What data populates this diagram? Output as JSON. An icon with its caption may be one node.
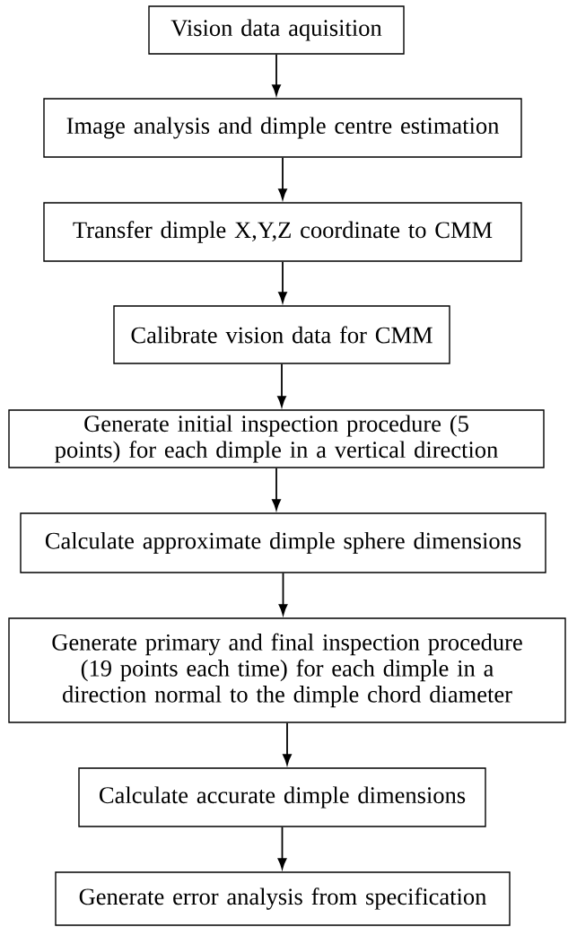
{
  "diagram": {
    "nodes": [
      {
        "text": [
          "Vision data aquisition"
        ]
      },
      {
        "text": [
          "Image analysis and dimple centre estimation"
        ]
      },
      {
        "text": [
          "Transfer dimple X,Y,Z coordinate to CMM"
        ]
      },
      {
        "text": [
          "Calibrate vision data for CMM"
        ]
      },
      {
        "text": [
          "Generate initial inspection procedure (5 points) for each dimple in a vertical direction"
        ]
      },
      {
        "text": [
          "Calculate approximate dimple sphere dimensions"
        ]
      },
      {
        "text": [
          "Generate primary and final inspection procedure (19 points each time) for each dimple in a direction normal to the dimple chord diameter"
        ]
      },
      {
        "text": [
          "Calculate accurate dimple dimensions"
        ]
      },
      {
        "text": [
          "Generate error analysis from specification"
        ]
      }
    ],
    "edges": [
      {
        "from": 0,
        "to": 1,
        "arrow": "to"
      },
      {
        "from": 1,
        "to": 2,
        "arrow": "to"
      },
      {
        "from": 2,
        "to": 3,
        "arrow": "to"
      },
      {
        "from": 3,
        "to": 4,
        "arrow": "to"
      },
      {
        "from": 4,
        "to": 5,
        "arrow": "to"
      },
      {
        "from": 5,
        "to": 6,
        "arrow": "to"
      },
      {
        "from": 6,
        "to": 7,
        "arrow": "to"
      },
      {
        "from": 7,
        "to": 8,
        "arrow": "to"
      }
    ]
  }
}
